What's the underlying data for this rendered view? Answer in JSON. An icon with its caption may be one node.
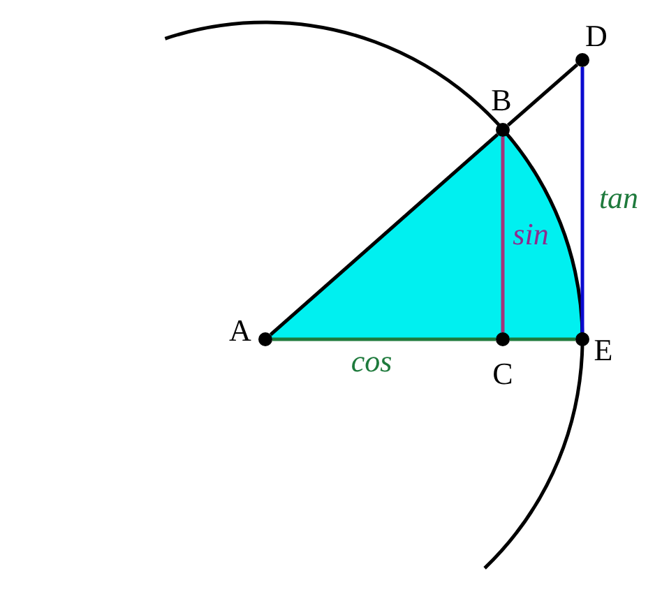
{
  "diagram": {
    "nodes": [
      {
        "text": [],
        "shape": "circle",
        "beside": [
          "A"
        ]
      },
      {
        "text": [],
        "shape": "circle",
        "beside": [
          "B"
        ]
      },
      {
        "text": [],
        "shape": "circle",
        "beside": [
          "C"
        ]
      },
      {
        "text": [],
        "shape": "circle",
        "beside": [
          "D"
        ]
      },
      {
        "text": [],
        "shape": "circle",
        "beside": [
          "E"
        ]
      }
    ],
    "edges": [
      {
        "from": 0,
        "to": 1,
        "arrow": "none"
      },
      {
        "from": 1,
        "to": 3,
        "arrow": "none"
      },
      {
        "from": 0,
        "to": 2,
        "arrow": "none",
        "label": "cos",
        "color": "#1e7a3c"
      },
      {
        "from": 2,
        "to": 4,
        "arrow": "none",
        "color": "#1e7a3c"
      },
      {
        "from": 1,
        "to": 2,
        "arrow": "none",
        "label": "sin",
        "color": "#a3337a"
      },
      {
        "from": 4,
        "to": 3,
        "arrow": "none",
        "label": "tan",
        "color": "#0a0ad0"
      }
    ]
  }
}
